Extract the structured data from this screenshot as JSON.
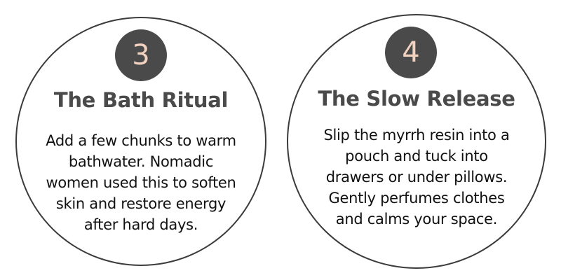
{
  "cards": [
    {
      "number": "3",
      "title": "The Bath Ritual",
      "lines": [
        "Add a few chunks to warm",
        "bathwater. Nomadic",
        "women used this to soften",
        "skin and restore energy",
        "after hard days."
      ]
    },
    {
      "number": "4",
      "title": "The Slow Release",
      "lines": [
        "Slip the myrrh resin into a",
        "pouch and tuck into",
        "drawers or under pillows.",
        "Gently perfumes clothes",
        "and calms your space."
      ]
    }
  ],
  "colors": {
    "badge_background": "#4a4a4a",
    "badge_number": "#f3d3bf",
    "title": "#4a4a4a",
    "body_text": "#111111",
    "circle_border": "#3b3b3b"
  }
}
